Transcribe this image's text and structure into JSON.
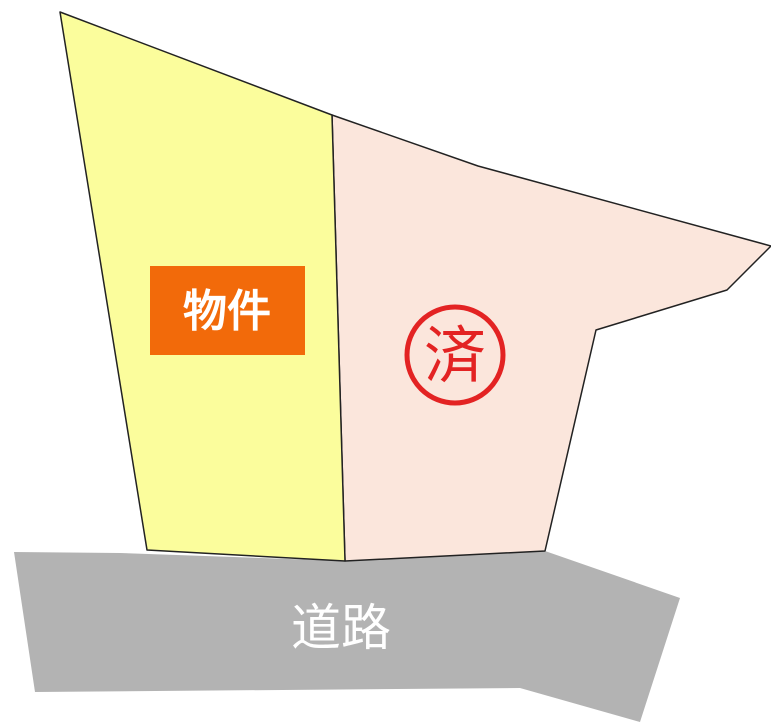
{
  "plot_map": {
    "subject_lot": {
      "label": "物件",
      "fill_color": "#fbfd9c",
      "label_bg_color": "#f26a0a"
    },
    "neighbor_lot": {
      "stamp_text": "済",
      "fill_color": "#fbe6dc",
      "stamp_color": "#e32323"
    },
    "road": {
      "label": "道路",
      "fill_color": "#b3b3b3"
    },
    "border_color": "#222222"
  }
}
